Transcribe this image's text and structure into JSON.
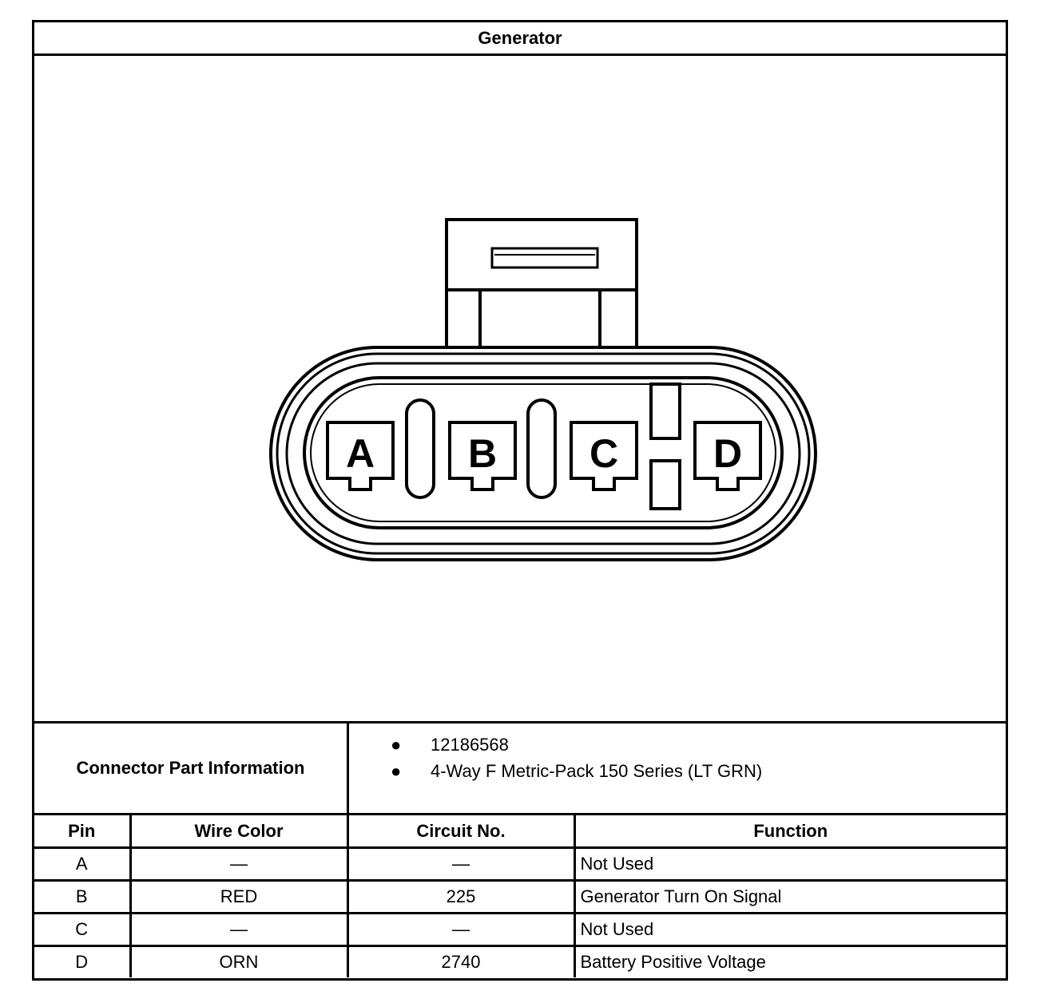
{
  "title": "Generator",
  "connector": {
    "pins": [
      "A",
      "B",
      "C",
      "D"
    ]
  },
  "part_info": {
    "label": "Connector Part Information",
    "items": [
      "12186568",
      "4-Way F Metric-Pack 150 Series (LT GRN)"
    ]
  },
  "table": {
    "headers": [
      "Pin",
      "Wire Color",
      "Circuit No.",
      "Function"
    ],
    "rows": [
      [
        "A",
        "—",
        "—",
        "Not Used"
      ],
      [
        "B",
        "RED",
        "225",
        "Generator Turn On Signal"
      ],
      [
        "C",
        "—",
        "—",
        "Not Used"
      ],
      [
        "D",
        "ORN",
        "2740",
        "Battery Positive Voltage"
      ]
    ]
  }
}
